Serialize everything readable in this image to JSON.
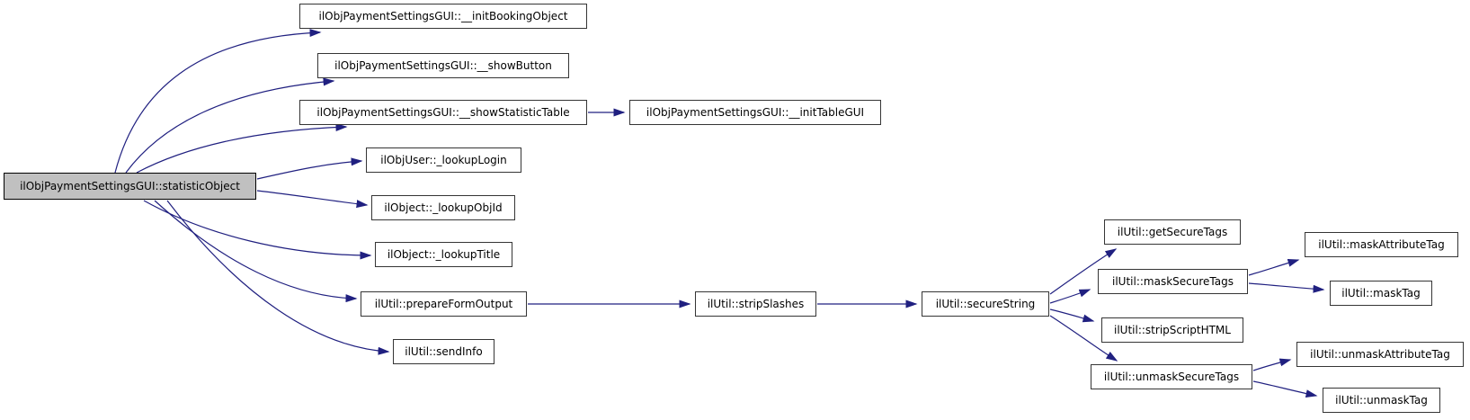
{
  "diagram": {
    "type": "call-graph",
    "colors": {
      "background": "#ffffff",
      "edge": "#202080",
      "node_fill": "#ffffff",
      "node_border": "#353535",
      "highlight_fill": "#c0c0c0",
      "highlight_border": "#000000",
      "text": "#000000"
    },
    "nodes": [
      {
        "id": "statisticObject",
        "label": "ilObjPaymentSettingsGUI::statisticObject",
        "highlighted": true
      },
      {
        "id": "initBookingObject",
        "label": "ilObjPaymentSettingsGUI::__initBookingObject",
        "highlighted": false
      },
      {
        "id": "showButton",
        "label": "ilObjPaymentSettingsGUI::__showButton",
        "highlighted": false
      },
      {
        "id": "showStatisticTable",
        "label": "ilObjPaymentSettingsGUI::__showStatisticTable",
        "highlighted": false
      },
      {
        "id": "initTableGUI",
        "label": "ilObjPaymentSettingsGUI::__initTableGUI",
        "highlighted": false
      },
      {
        "id": "lookupLogin",
        "label": "ilObjUser::_lookupLogin",
        "highlighted": false
      },
      {
        "id": "lookupObjId",
        "label": "ilObject::_lookupObjId",
        "highlighted": false
      },
      {
        "id": "lookupTitle",
        "label": "ilObject::_lookupTitle",
        "highlighted": false
      },
      {
        "id": "prepareFormOutput",
        "label": "ilUtil::prepareFormOutput",
        "highlighted": false
      },
      {
        "id": "sendInfo",
        "label": "ilUtil::sendInfo",
        "highlighted": false
      },
      {
        "id": "stripSlashes",
        "label": "ilUtil::stripSlashes",
        "highlighted": false
      },
      {
        "id": "secureString",
        "label": "ilUtil::secureString",
        "highlighted": false
      },
      {
        "id": "getSecureTags",
        "label": "ilUtil::getSecureTags",
        "highlighted": false
      },
      {
        "id": "maskSecureTags",
        "label": "ilUtil::maskSecureTags",
        "highlighted": false
      },
      {
        "id": "stripScriptHTML",
        "label": "ilUtil::stripScriptHTML",
        "highlighted": false
      },
      {
        "id": "unmaskSecureTags",
        "label": "ilUtil::unmaskSecureTags",
        "highlighted": false
      },
      {
        "id": "maskAttributeTag",
        "label": "ilUtil::maskAttributeTag",
        "highlighted": false
      },
      {
        "id": "maskTag",
        "label": "ilUtil::maskTag",
        "highlighted": false
      },
      {
        "id": "unmaskAttributeTag",
        "label": "ilUtil::unmaskAttributeTag",
        "highlighted": false
      },
      {
        "id": "unmaskTag",
        "label": "ilUtil::unmaskTag",
        "highlighted": false
      }
    ],
    "edges": [
      {
        "from": "statisticObject",
        "to": "initBookingObject"
      },
      {
        "from": "statisticObject",
        "to": "showButton"
      },
      {
        "from": "statisticObject",
        "to": "showStatisticTable"
      },
      {
        "from": "statisticObject",
        "to": "lookupLogin"
      },
      {
        "from": "statisticObject",
        "to": "lookupObjId"
      },
      {
        "from": "statisticObject",
        "to": "lookupTitle"
      },
      {
        "from": "statisticObject",
        "to": "prepareFormOutput"
      },
      {
        "from": "statisticObject",
        "to": "sendInfo"
      },
      {
        "from": "showStatisticTable",
        "to": "initTableGUI"
      },
      {
        "from": "prepareFormOutput",
        "to": "stripSlashes"
      },
      {
        "from": "stripSlashes",
        "to": "secureString"
      },
      {
        "from": "secureString",
        "to": "getSecureTags"
      },
      {
        "from": "secureString",
        "to": "maskSecureTags"
      },
      {
        "from": "secureString",
        "to": "stripScriptHTML"
      },
      {
        "from": "secureString",
        "to": "unmaskSecureTags"
      },
      {
        "from": "maskSecureTags",
        "to": "maskAttributeTag"
      },
      {
        "from": "maskSecureTags",
        "to": "maskTag"
      },
      {
        "from": "unmaskSecureTags",
        "to": "unmaskAttributeTag"
      },
      {
        "from": "unmaskSecureTags",
        "to": "unmaskTag"
      }
    ]
  }
}
